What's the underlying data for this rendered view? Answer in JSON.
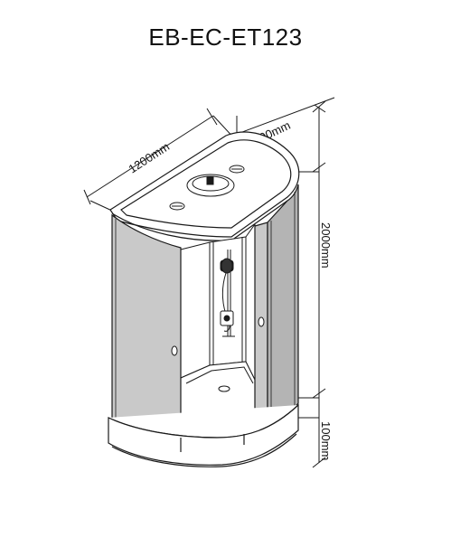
{
  "title": "EB-EC-ET123",
  "dimensions": {
    "width": "1200mm",
    "depth": "800mm",
    "height": "2000mm",
    "tray_height": "100mm"
  },
  "colors": {
    "line": "#1a1a1a",
    "glass": "#c9c9c9",
    "glass_dark": "#b4b4b4",
    "background": "#ffffff"
  }
}
